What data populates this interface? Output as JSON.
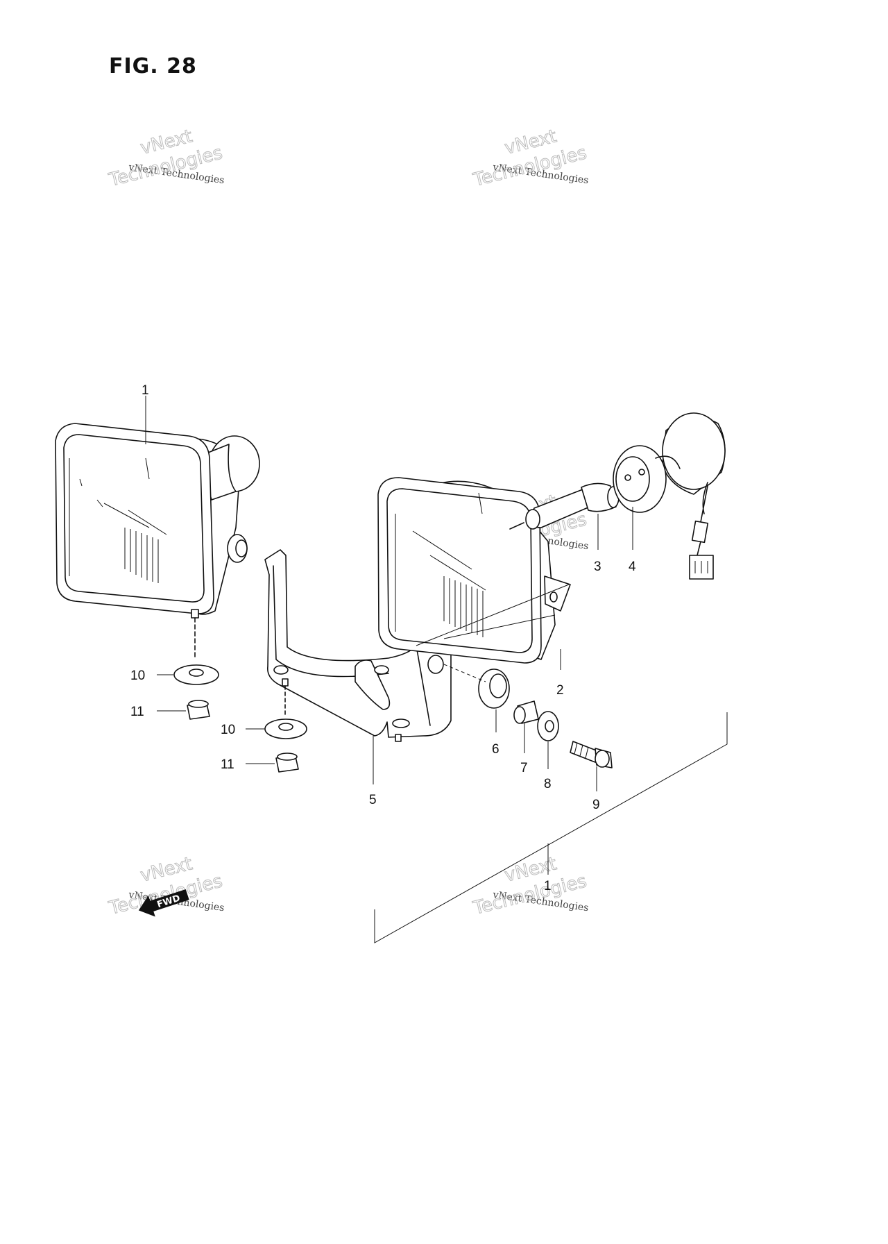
{
  "figure": {
    "title": "FIG. 28"
  },
  "callouts": {
    "c1a": "1",
    "c1b": "1",
    "c2": "2",
    "c3": "3",
    "c4": "4",
    "c5": "5",
    "c6": "6",
    "c7": "7",
    "c8": "8",
    "c9": "9",
    "c10a": "10",
    "c10b": "10",
    "c11a": "11",
    "c11b": "11"
  },
  "watermarks": {
    "line1": "vNext",
    "line2": "vNext Technologies",
    "line3": "Technologies"
  },
  "direction": {
    "label": "FWD"
  }
}
